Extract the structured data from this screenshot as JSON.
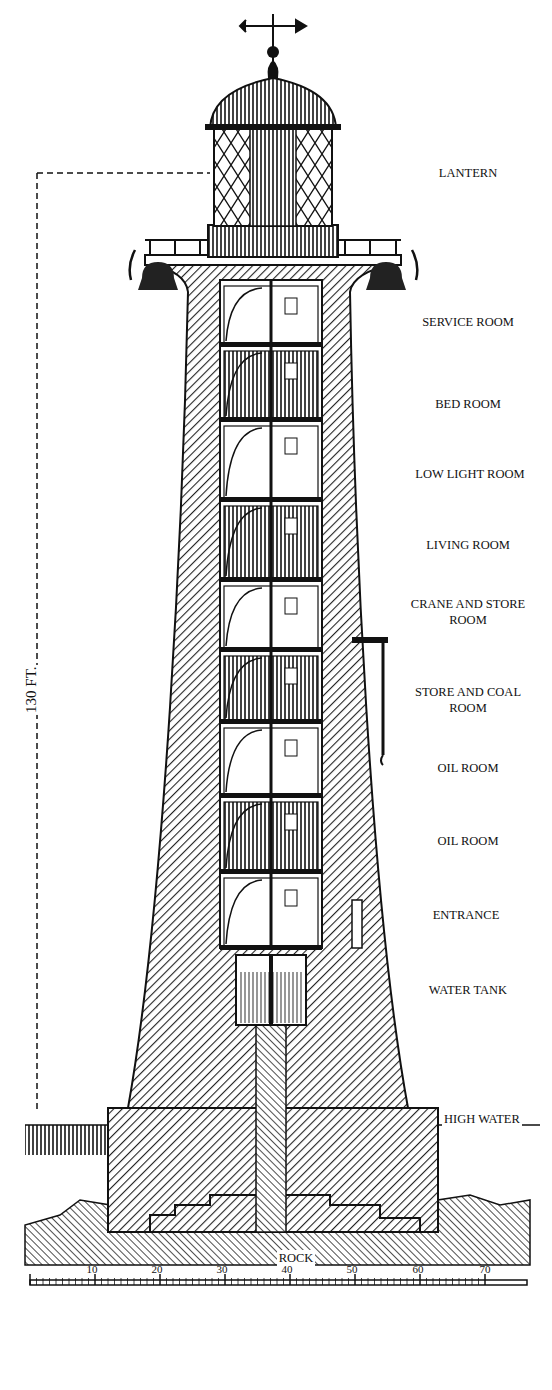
{
  "diagram": {
    "labels": [
      "LANTERN",
      "SERVICE ROOM",
      "BED ROOM",
      "LOW LIGHT ROOM",
      "LIVING ROOM",
      "CRANE AND STORE ROOM",
      "STORE AND COAL ROOM",
      "OIL ROOM",
      "OIL ROOM",
      "ENTRANCE",
      "WATER TANK",
      "HIGH WATER",
      "130 FT.",
      "ROCK",
      "10",
      "20",
      "30",
      "40",
      "50",
      "60",
      "70"
    ]
  }
}
